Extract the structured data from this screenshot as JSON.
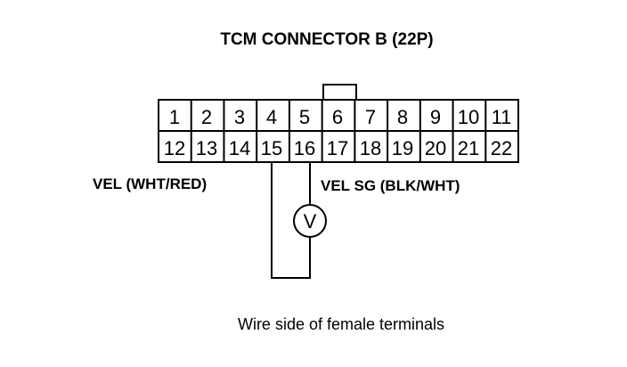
{
  "title": "TCM CONNECTOR B (22P)",
  "connector": {
    "top_row": [
      "1",
      "2",
      "3",
      "4",
      "5",
      "6",
      "7",
      "8",
      "9",
      "10",
      "11"
    ],
    "bottom_row": [
      "12",
      "13",
      "14",
      "15",
      "16",
      "17",
      "18",
      "19",
      "20",
      "21",
      "22"
    ]
  },
  "probes": {
    "positive_label": "VEL (WHT/RED)",
    "positive_terminal": "15",
    "negative_label": "VEL SG (BLK/WHT)",
    "negative_terminal": "16"
  },
  "meter": {
    "symbol": "V"
  },
  "caption": "Wire side of female terminals"
}
